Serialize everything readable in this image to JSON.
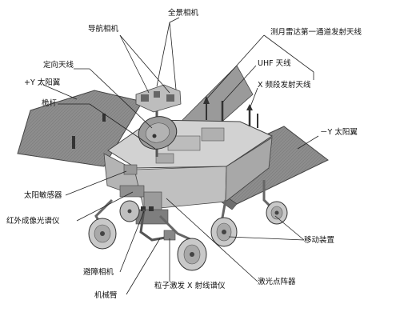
{
  "labels": {
    "panoramic_camera": "全景相机",
    "navigation_camera": "导航相机",
    "lunar_radar_antenna": "测月雷达第一通道发射天线",
    "directional_antenna": "定向天线",
    "uhf_antenna": "UHF 天线",
    "plus_y_solar_wing": "+Y 太阳翼",
    "x_band_antenna": "X 频段发射天线",
    "mast": "桅杆",
    "minus_y_solar_wing": "－Y 太阳翼",
    "sun_sensor": "太阳敏感器",
    "infrared_spectrometer": "红外成像光谱仪",
    "mobility_system": "移动装置",
    "hazard_camera": "避障相机",
    "particle_xray_spectrometer": "粒子激发 X 射线谱仪",
    "laser_dot_array": "激光点阵器",
    "robotic_arm": "机械臂"
  },
  "colors": {
    "panel_fill": "#8a8a8a",
    "body_fill": "#c8c8c8",
    "dark": "#555555",
    "leader": "#222222"
  }
}
